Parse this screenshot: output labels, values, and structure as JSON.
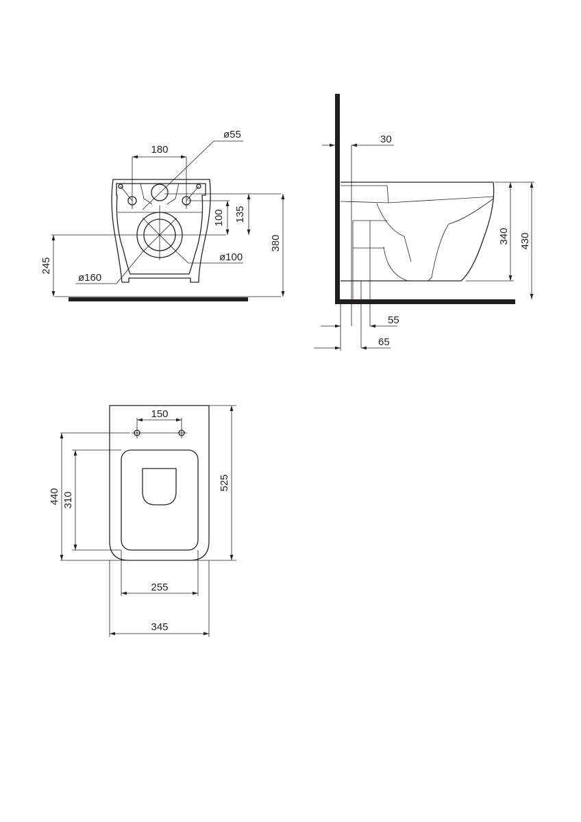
{
  "front_view": {
    "d180": "180",
    "d55": "ø55",
    "d100": "100",
    "d135": "135",
    "d380": "380",
    "d245": "245",
    "d_outlet_100": "ø100",
    "d160": "ø160"
  },
  "side_view": {
    "d30": "30",
    "d340": "340",
    "d430": "430",
    "d55": "55",
    "d65": "65"
  },
  "top_view": {
    "d150": "150",
    "d525": "525",
    "d440": "440",
    "d310": "310",
    "d255": "255",
    "d345": "345"
  },
  "colors": {
    "line": "#231f20",
    "background": "#ffffff"
  }
}
